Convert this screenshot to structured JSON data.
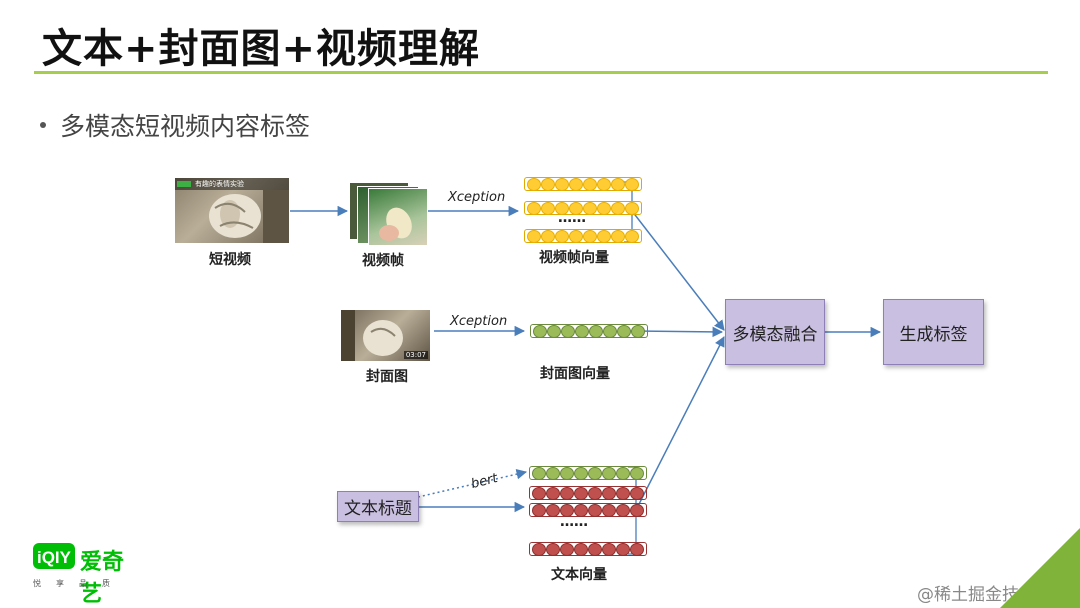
{
  "slide": {
    "title": "文本+封面图+视频理解",
    "bullet": "多模态短视频内容标签"
  },
  "diagram": {
    "inputs": {
      "short_video": "短视频",
      "video_frames": "视频帧",
      "cover": "封面图",
      "text_title": "文本标题"
    },
    "models": {
      "frames_model": "Xception",
      "cover_model": "Xception",
      "text_model": "bert"
    },
    "vectors": {
      "frame_vector": "视频帧向量",
      "cover_vector": "封面图向量",
      "text_vector": "文本向量",
      "ellipsis": "……"
    },
    "fusion": "多模态融合",
    "output": "生成标签",
    "thumbnail_timestamp": "03:07",
    "video_overlay_text": "有趣的表情实验"
  },
  "branding": {
    "logo": "iQIYI爱奇艺",
    "logo_tagline": "悦享品质",
    "watermark": "@稀土掘金技术社区"
  },
  "colors": {
    "accent_green": "#a6cd4c",
    "box_purple": "#c9bfe0",
    "arrow_blue": "#4a7ebb",
    "vec_yellow": "#ffcc33",
    "vec_green": "#9bbb59",
    "vec_red": "#c0504d"
  }
}
